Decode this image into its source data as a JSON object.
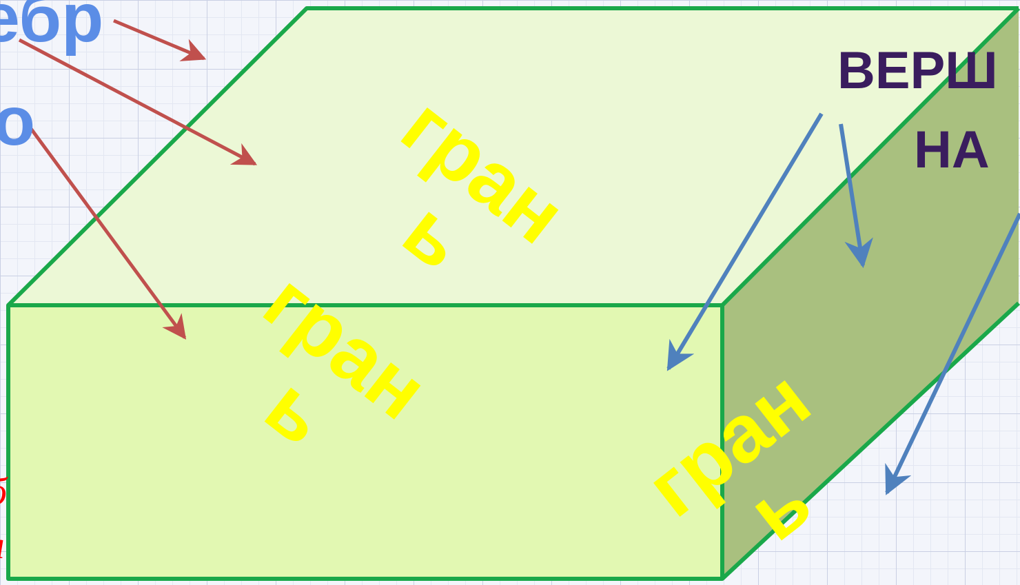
{
  "labels": {
    "edge_partial": "ребр",
    "edge_partial_2": "о",
    "face_top": "гран ь",
    "face_front": "гран ь",
    "face_side": "гран ь",
    "vertex_line1": "ВЕРШ",
    "vertex_line2": "НА",
    "left_partial_1": "б",
    "left_partial_2": "л"
  },
  "colors": {
    "box_edge": "#1aa84a",
    "face_top": "#ecf8d6",
    "face_front": "#e2f8b2",
    "face_side": "#a9c07f",
    "face_label": "#ffff00",
    "edge_label": "#5b8de6",
    "vertex_label": "#3a1d5e",
    "edge_arrow": "#c0504d",
    "vertex_arrow": "#4f81bd",
    "left_partial": "#ff0000"
  }
}
